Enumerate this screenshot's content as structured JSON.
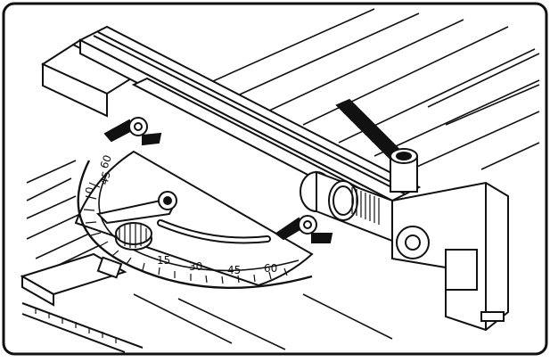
{
  "figure": {
    "frame_color": "#111111",
    "paper_color": "#ffffff",
    "ink_color": "#111111"
  },
  "protractor": {
    "upper_scale_labels": [
      "60",
      "45",
      "0"
    ],
    "lower_scale_labels": [
      "15",
      "30",
      "45",
      "60"
    ]
  },
  "parts": {
    "icons": [
      "clamp-lever-icon",
      "wing-nut-icon",
      "knurled-knob-icon",
      "locking-lever-icon",
      "stop-bracket-icon"
    ]
  }
}
